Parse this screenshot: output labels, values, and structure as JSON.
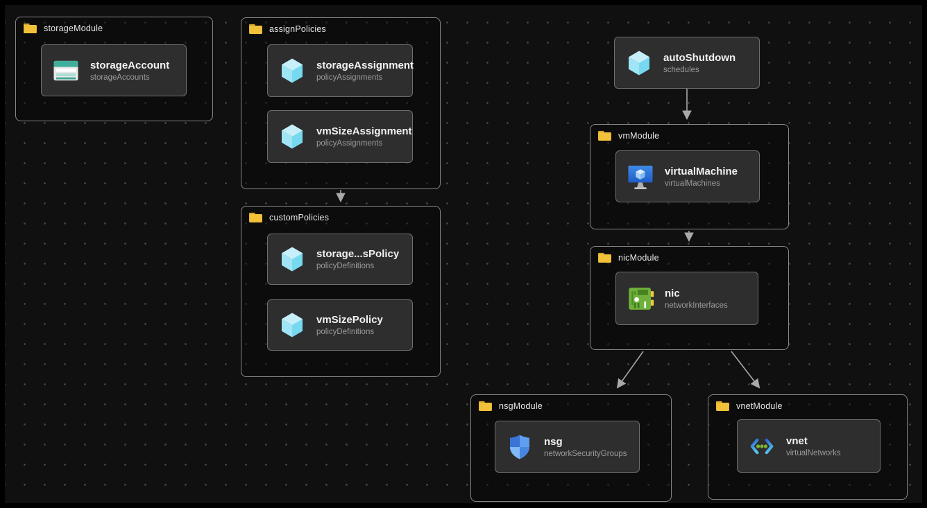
{
  "app": {
    "view": "bicep-visualizer-graph"
  },
  "colors": {
    "canvas_bg": "#101010",
    "grid_dot": "#484848",
    "group_border": "#888888",
    "card_bg": "#2e2e2e",
    "arrow": "#a9a9a9",
    "folder_yellow": "#f2c13a",
    "cube_blue": "#8fe0f4",
    "storage_teal": "#3fae9c",
    "vm_blue": "#2f79dd",
    "nic_green": "#6fb13c",
    "shield_blue": "#4a8ae4",
    "vnet_dot_green": "#7ab733"
  },
  "groups": {
    "storageModule": {
      "label": "storageModule",
      "icon": "folder-icon"
    },
    "assignPolicies": {
      "label": "assignPolicies",
      "icon": "folder-icon"
    },
    "customPolicies": {
      "label": "customPolicies",
      "icon": "folder-icon"
    },
    "vmModule": {
      "label": "vmModule",
      "icon": "folder-icon"
    },
    "nicModule": {
      "label": "nicModule",
      "icon": "folder-icon"
    },
    "nsgModule": {
      "label": "nsgModule",
      "icon": "folder-icon"
    },
    "vnetModule": {
      "label": "vnetModule",
      "icon": "folder-icon"
    }
  },
  "nodes": {
    "storageAccount": {
      "name": "storageAccount",
      "type": "storageAccounts",
      "icon": "storage-account-icon"
    },
    "storageAssignment": {
      "name": "storageAssignment",
      "type": "policyAssignments",
      "icon": "cube-icon"
    },
    "vmSizeAssignment": {
      "name": "vmSizeAssignment",
      "type": "policyAssignments",
      "icon": "cube-icon"
    },
    "storagePolicy": {
      "name": "storage...sPolicy",
      "type": "policyDefinitions",
      "icon": "cube-icon"
    },
    "vmSizePolicy": {
      "name": "vmSizePolicy",
      "type": "policyDefinitions",
      "icon": "cube-icon"
    },
    "autoShutdown": {
      "name": "autoShutdown",
      "type": "schedules",
      "icon": "cube-icon"
    },
    "virtualMachine": {
      "name": "virtualMachine",
      "type": "virtualMachines",
      "icon": "virtual-machine-icon"
    },
    "nic": {
      "name": "nic",
      "type": "networkInterfaces",
      "icon": "network-interface-icon"
    },
    "nsg": {
      "name": "nsg",
      "type": "networkSecurityGroups",
      "icon": "shield-icon"
    },
    "vnet": {
      "name": "vnet",
      "type": "virtualNetworks",
      "icon": "vnet-icon"
    }
  },
  "edges": [
    {
      "from": "assignPolicies",
      "to": "customPolicies"
    },
    {
      "from": "autoShutdown",
      "to": "vmModule"
    },
    {
      "from": "vmModule",
      "to": "nicModule"
    },
    {
      "from": "nicModule",
      "to": "nsgModule"
    },
    {
      "from": "nicModule",
      "to": "vnetModule"
    }
  ]
}
